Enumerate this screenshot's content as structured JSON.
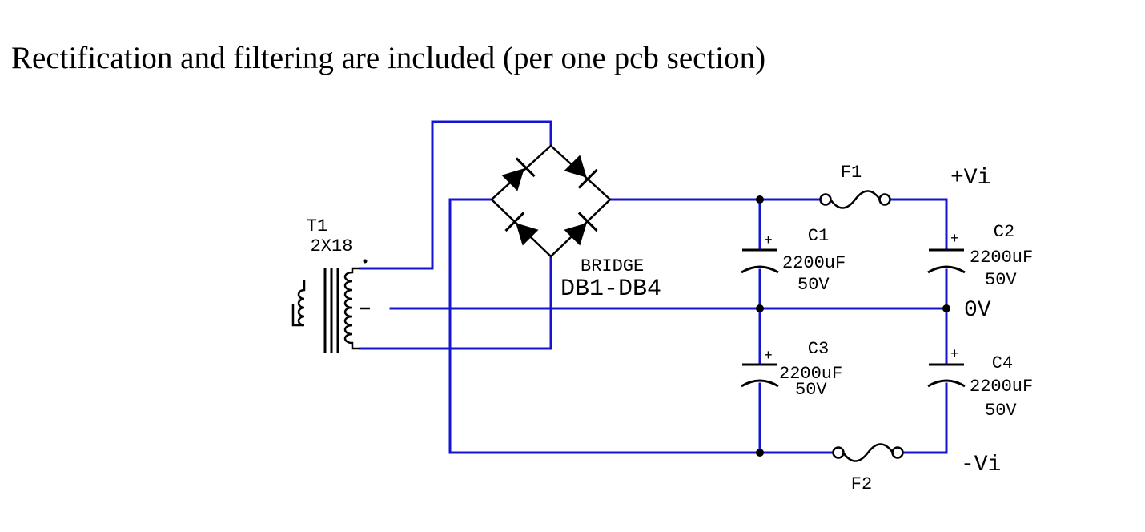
{
  "heading": "Rectification and filtering are included (per one pcb section)",
  "colors": {
    "wire": "#1414d2",
    "component": "#000000",
    "background": "#ffffff"
  },
  "transformer": {
    "ref": "T1",
    "value": "2X18"
  },
  "bridge": {
    "ref": "BRIDGE",
    "parts": "DB1-DB4"
  },
  "fuses": [
    {
      "ref": "F1"
    },
    {
      "ref": "F2"
    }
  ],
  "capacitors": [
    {
      "ref": "C1",
      "capacitance": "2200uF",
      "voltage": "50V",
      "polarity": "+"
    },
    {
      "ref": "C2",
      "capacitance": "2200uF",
      "voltage": "50V",
      "polarity": "+"
    },
    {
      "ref": "C3",
      "capacitance": "2200uF",
      "voltage": "50V",
      "polarity": "+"
    },
    {
      "ref": "C4",
      "capacitance": "2200uF",
      "voltage": "50V",
      "polarity": "+"
    }
  ],
  "rails": {
    "positive": "+Vi",
    "ground": "0V",
    "negative": "-Vi"
  }
}
